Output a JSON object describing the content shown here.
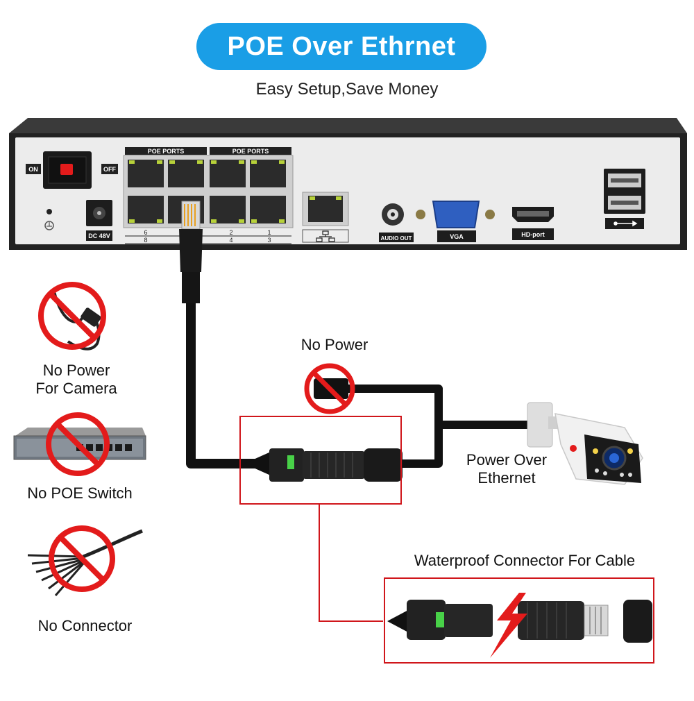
{
  "header": {
    "title": "POE Over Ethrnet",
    "subtitle": "Easy Setup,Save Money"
  },
  "nvr": {
    "on_label": "ON",
    "off_label": "OFF",
    "poe_ports_label_1": "POE PORTS",
    "poe_ports_label_2": "POE PORTS",
    "port_num_6": "6",
    "port_num_8": "8",
    "port_num_2": "2",
    "port_num_4": "4",
    "port_num_1": "1",
    "port_num_3": "3",
    "dc_label": "DC 48V",
    "audio_label": "AUDIO OUT",
    "vga_label": "VGA",
    "hdmi_label": "HD-port"
  },
  "side_items": [
    {
      "label_line1": "No Power",
      "label_line2": "For Camera"
    },
    {
      "label_line1": "No POE Switch"
    },
    {
      "label_line1": "No Connector"
    }
  ],
  "diagram": {
    "no_power_label": "No Power",
    "poe_label_line1": "Power Over",
    "poe_label_line2": "Ethernet",
    "waterproof_label": "Waterproof Connector For Cable"
  },
  "colors": {
    "accent": "#1a9ee6",
    "prohibit": "#e31b1b",
    "frame": "#d0161b",
    "cable": "#111111",
    "nvr_body": "#2a2a2a",
    "nvr_panel": "#ececec"
  }
}
